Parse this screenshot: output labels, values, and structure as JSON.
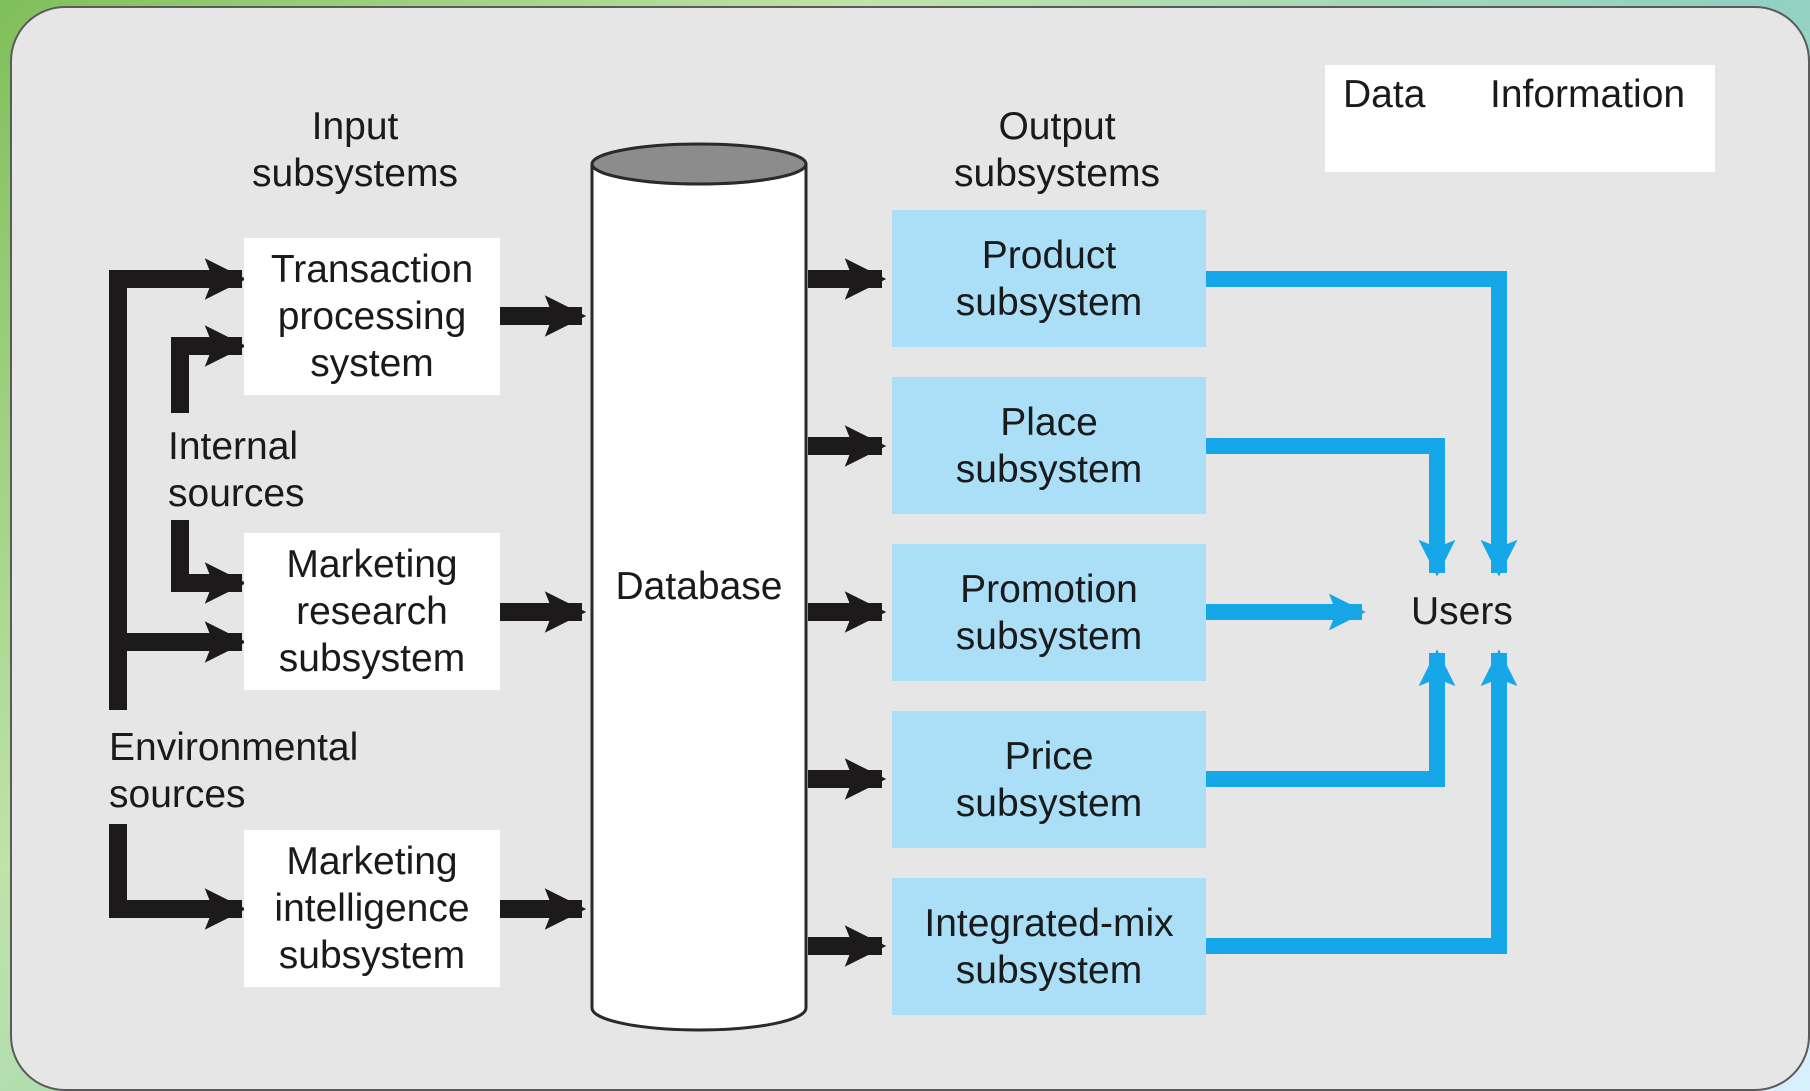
{
  "legend": {
    "data_label": "Data",
    "information_label": "Information"
  },
  "colors": {
    "data_arrow": "#1c1a1a",
    "information_arrow": "#16a7e8",
    "output_box": "#aadff7",
    "input_box": "#ffffff",
    "panel": "#e6e6e7"
  },
  "headings": {
    "input": "Input\nsubsystems",
    "output": "Output\nsubsystems"
  },
  "sources": {
    "internal": "Internal\nsources",
    "environmental": "Environmental\nsources"
  },
  "input_boxes": [
    {
      "label": "Transaction\nprocessing\nsystem"
    },
    {
      "label": "Marketing\nresearch\nsubsystem"
    },
    {
      "label": "Marketing\nintelligence\nsubsystem"
    }
  ],
  "database": {
    "label": "Database"
  },
  "output_boxes": [
    {
      "label": "Product\nsubsystem"
    },
    {
      "label": "Place\nsubsystem"
    },
    {
      "label": "Promotion\nsubsystem"
    },
    {
      "label": "Price\nsubsystem"
    },
    {
      "label": "Integrated-mix\nsubsystem"
    }
  ],
  "users": {
    "label": "Users"
  }
}
